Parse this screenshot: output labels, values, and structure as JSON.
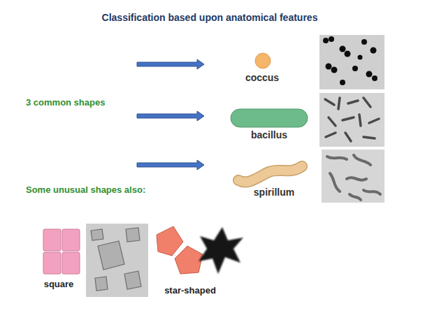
{
  "diagram": {
    "title": "Classification based upon anatomical features",
    "labels": [
      "3 common shapes",
      "coccus",
      "bacillus",
      "spirillum",
      "Some unusual shapes also:",
      "square",
      "star-shaped"
    ]
  }
}
